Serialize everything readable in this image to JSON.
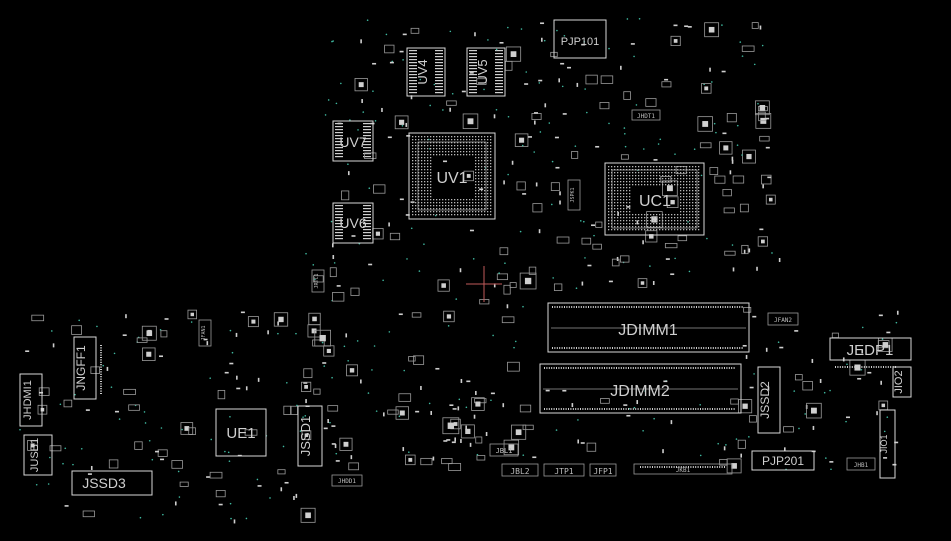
{
  "board": {
    "background_color": "#000000",
    "outline_color": "#d9d9d9",
    "via_color": "#3fb9a0",
    "crosshair_color": "#c05a5a"
  },
  "labels": {
    "pjp101": "PJP101",
    "uv4": "UV4",
    "uv5": "UV5",
    "uv7": "UV7",
    "uv1": "UV1",
    "uv6": "UV6",
    "uc1": "UC1",
    "jdimm1": "JDIMM1",
    "jdimm2": "JDIMM2",
    "jedp1": "JEDP1",
    "jio2": "JIO2",
    "jio1": "JIO1",
    "jssd2": "JSSD2",
    "jssd1": "JSSD1",
    "jssd3": "JSSD3",
    "jngff1": "JNGFF1",
    "jhdmi1": "JHDMI1",
    "jusb1": "JUSB1",
    "ue1": "UE1",
    "pjp201": "PJP201",
    "jbl1": "JBL1",
    "jbl2": "JBL2",
    "jtp1": "JTP1",
    "jfp1": "JFP1",
    "jhb1": "JHB1",
    "jfan2": "JFAN2",
    "jhdd1": "JHDD1",
    "jfan1": "JFAN1",
    "jrtc1": "JRTC1",
    "jkb1": "JKB1",
    "jhdt1": "JHDT1",
    "jspk1": "JSPK1"
  }
}
